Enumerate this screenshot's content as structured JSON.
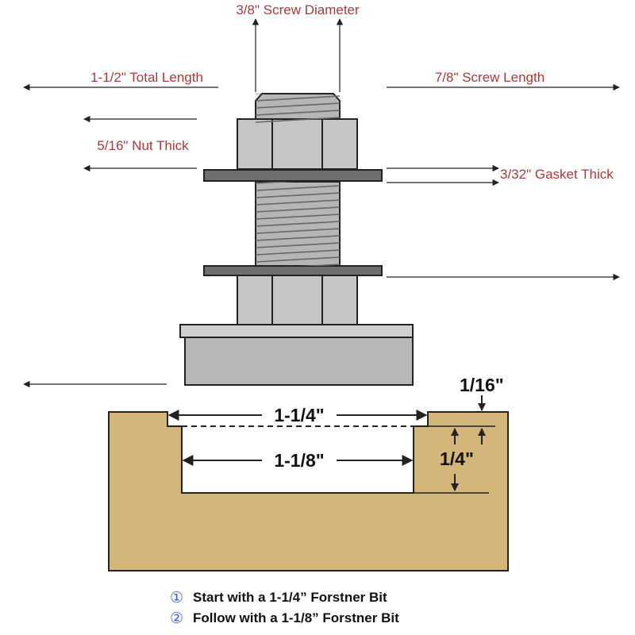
{
  "labels": {
    "screw_diameter": "3/8\" Screw Diameter",
    "total_length": "1-1/2\" Total Length",
    "screw_length": "7/8\" Screw Length",
    "nut_thick": "5/16\" Nut Thick",
    "gasket_thick": "3/32\" Gasket Thick"
  },
  "recess": {
    "outer_width": "1-1/4\"",
    "inner_width": "1-1/8\"",
    "step_depth": "1/16\"",
    "total_depth": "1/4\""
  },
  "instructions": {
    "step1_marker": "①",
    "step1_text": "Start with a 1-1/4” Forstner Bit",
    "step2_marker": "②",
    "step2_text": "Follow with a 1-1/8” Forstner Bit"
  },
  "colors": {
    "label_red": "#a93a3a",
    "wood": "#d5b67a",
    "metal": "#c8c8c8",
    "gasket": "#6e6e6e",
    "marker_blue": "#3a63c8"
  }
}
